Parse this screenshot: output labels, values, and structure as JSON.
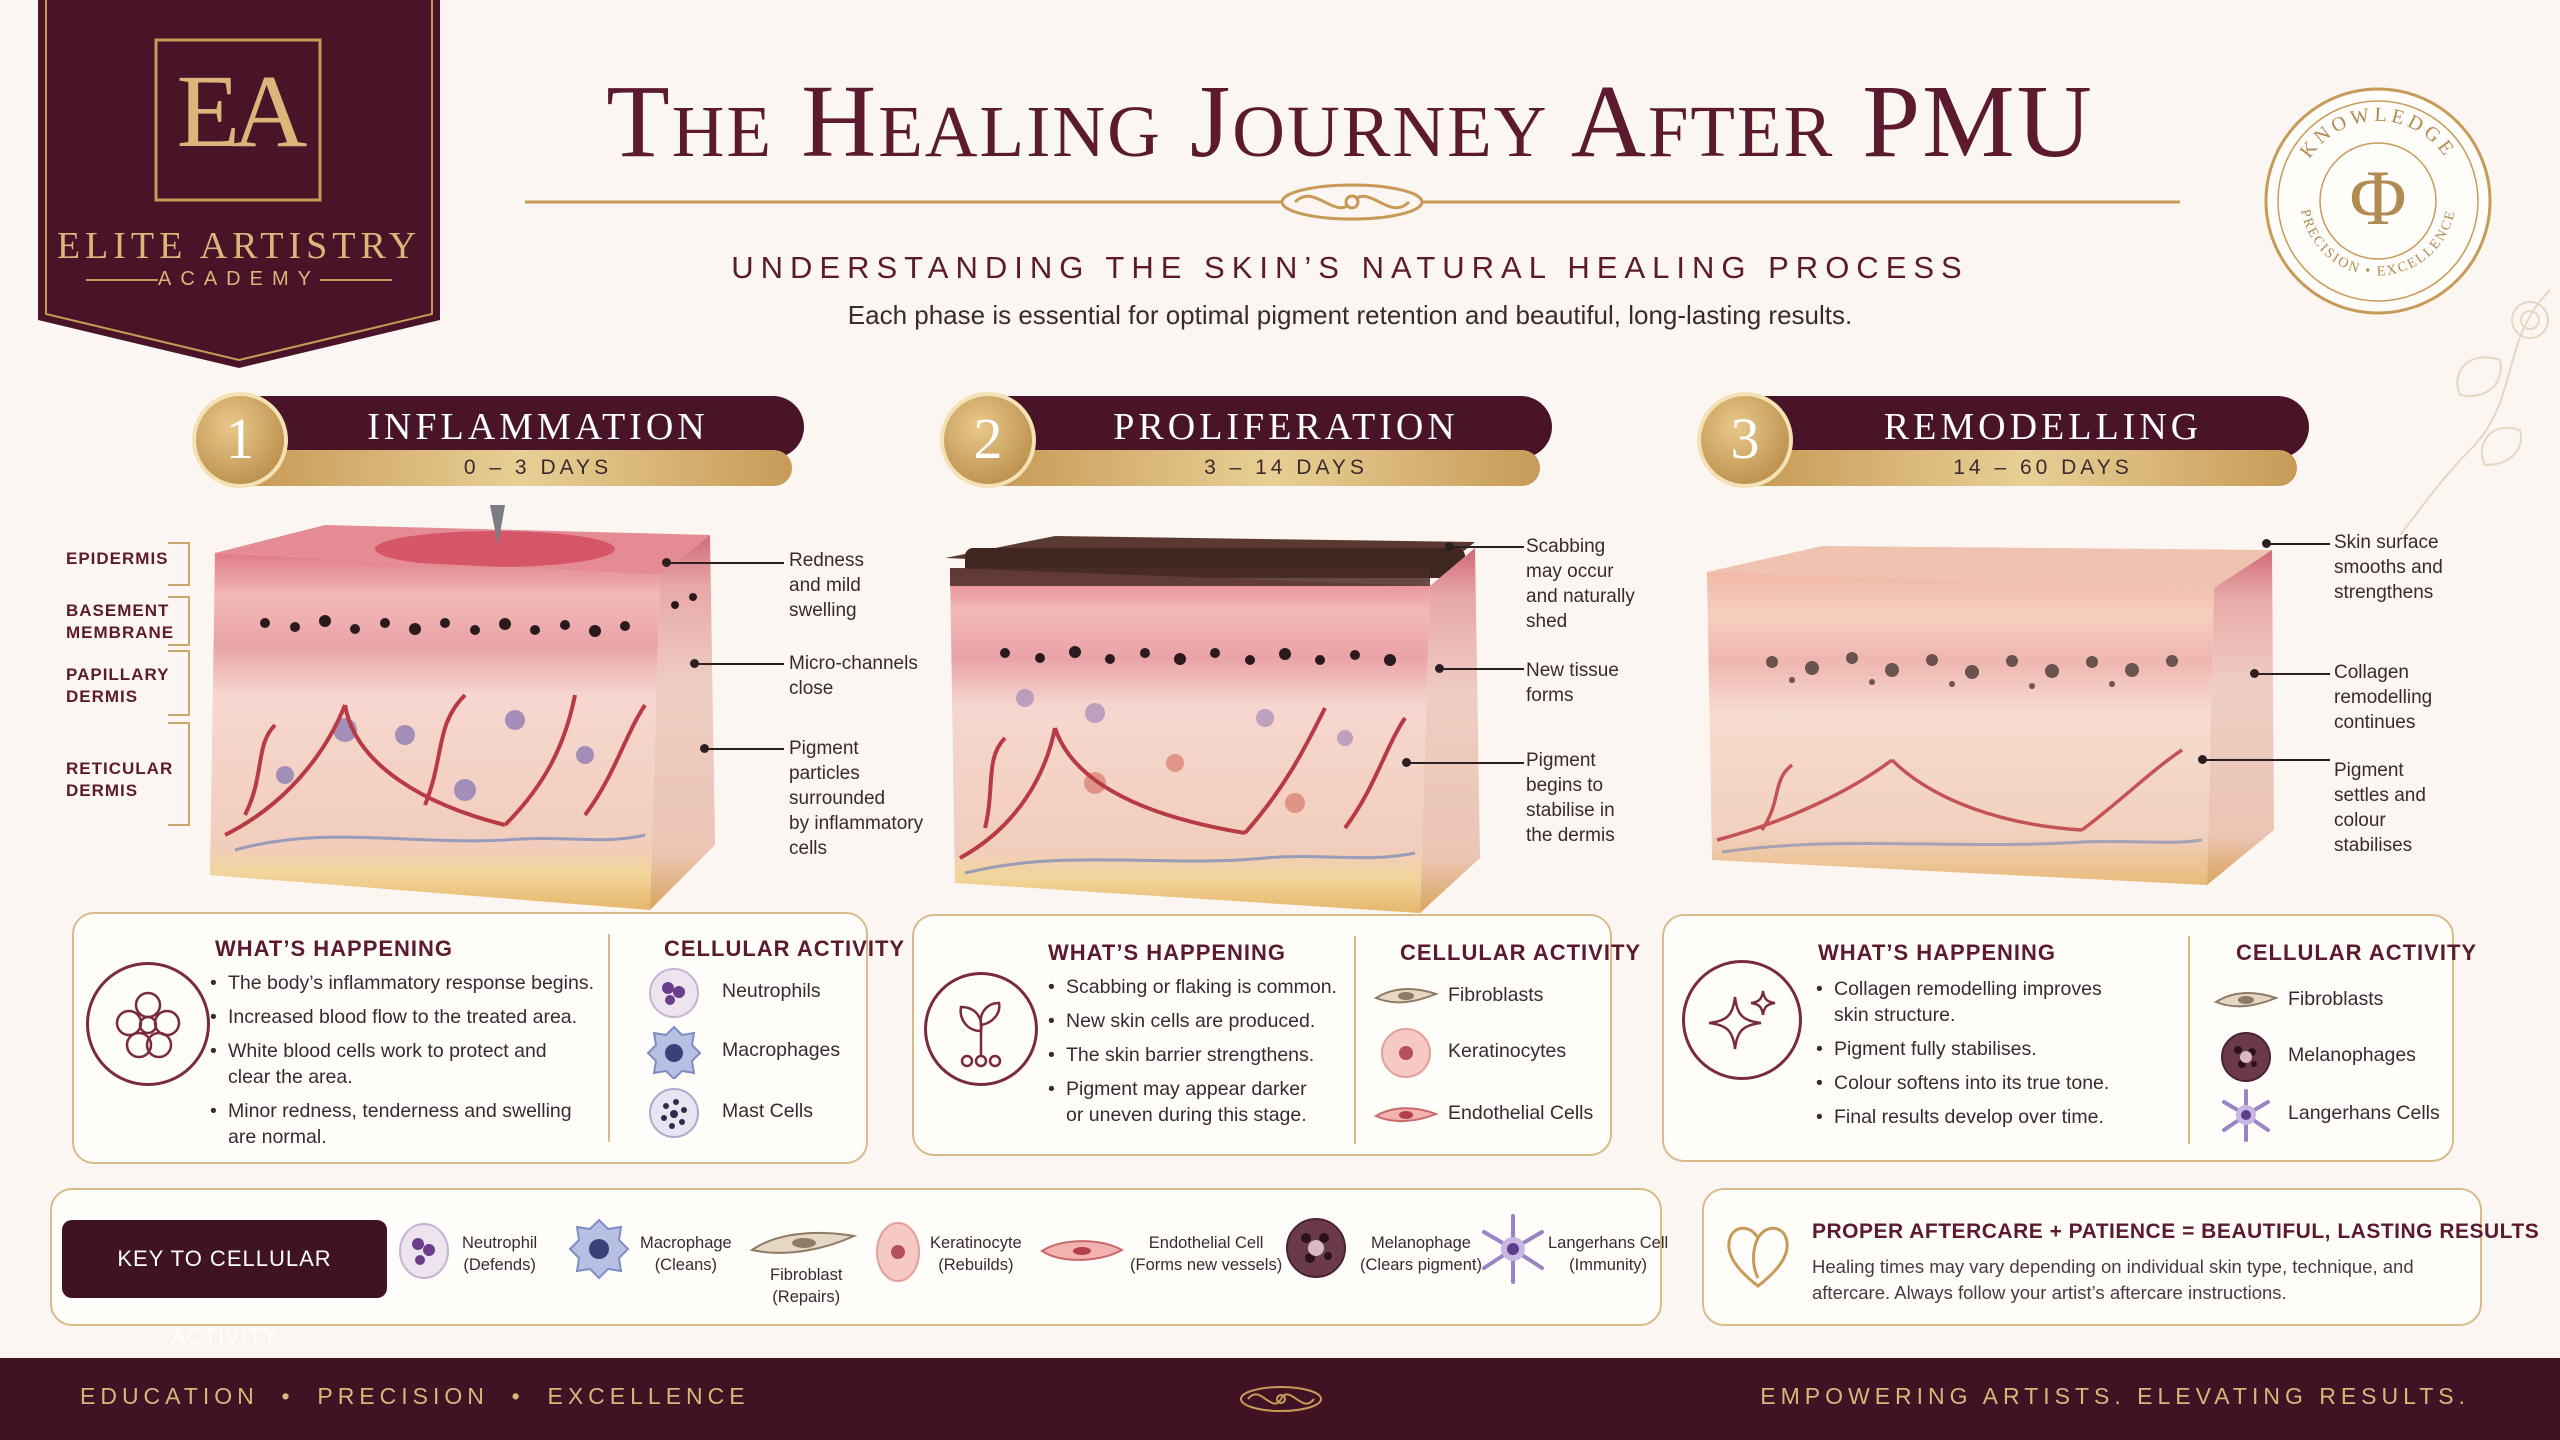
{
  "brand": {
    "monogram": "EA",
    "name": "Elite Artistry",
    "sub": "ACADEMY",
    "seal_top": "KNOWLEDGE",
    "seal_bottom": "PRECISION • EXCELLENCE",
    "seal_glyph": "Φ"
  },
  "header": {
    "title": "The Healing Journey After PMU",
    "subtitle": "UNDERSTANDING THE SKIN’S NATURAL HEALING PROCESS",
    "tagline": "Each phase is essential for optimal pigment retention and beautiful, long-lasting results."
  },
  "layers": [
    "EPIDERMIS",
    "BASEMENT\nMEMBRANE",
    "PAPILLARY\nDERMIS",
    "RETICULAR\nDERMIS"
  ],
  "phases": [
    {
      "num": "1",
      "title": "INFLAMMATION",
      "days": "0 – 3 DAYS",
      "callouts": [
        "Redness\nand mild\nswelling",
        "Micro-channels\nclose",
        "Pigment\nparticles\nsurrounded\nby inflammatory\ncells"
      ],
      "happening_title": "WHAT’S HAPPENING",
      "happening": [
        "The body’s inflammatory response begins.",
        "Increased blood flow to the treated area.",
        "White blood cells work to protect and\nclear the area.",
        "Minor redness, tenderness and swelling\nare normal."
      ],
      "cells_title": "CELLULAR ACTIVITY",
      "cells": [
        "Neutrophils",
        "Macrophages",
        "Mast Cells"
      ]
    },
    {
      "num": "2",
      "title": "PROLIFERATION",
      "days": "3 – 14 DAYS",
      "callouts": [
        "Scabbing\nmay occur\nand naturally\nshed",
        "New tissue\nforms",
        "Pigment\nbegins to\nstabilise in\nthe dermis"
      ],
      "happening_title": "WHAT’S HAPPENING",
      "happening": [
        "Scabbing or flaking is common.",
        "New skin cells are produced.",
        "The skin barrier strengthens.",
        "Pigment may appear darker\nor uneven during this stage."
      ],
      "cells_title": "CELLULAR ACTIVITY",
      "cells": [
        "Fibroblasts",
        "Keratinocytes",
        "Endothelial Cells"
      ]
    },
    {
      "num": "3",
      "title": "REMODELLING",
      "days": "14 – 60 DAYS",
      "callouts": [
        "Skin surface\nsmooths and\nstrengthens",
        "Collagen\nremodelling\ncontinues",
        "Pigment\nsettles and\ncolour\nstabilises"
      ],
      "happening_title": "WHAT’S HAPPENING",
      "happening": [
        "Collagen remodelling improves\nskin structure.",
        "Pigment fully stabilises.",
        "Colour softens into its true tone.",
        "Final results develop over time."
      ],
      "cells_title": "CELLULAR ACTIVITY",
      "cells": [
        "Fibroblasts",
        "Melanophages",
        "Langerhans Cells"
      ]
    }
  ],
  "key": {
    "label": "KEY TO CELLULAR ACTIVITY",
    "items": [
      {
        "name": "Neutrophil",
        "role": "(Defends)"
      },
      {
        "name": "Macrophage",
        "role": "(Cleans)"
      },
      {
        "name": "Fibroblast",
        "role": "(Repairs)"
      },
      {
        "name": "Keratinocyte",
        "role": "(Rebuilds)"
      },
      {
        "name": "Endothelial Cell",
        "role": "(Forms new vessels)"
      },
      {
        "name": "Melanophage",
        "role": "(Clears pigment)"
      },
      {
        "name": "Langerhans Cell",
        "role": "(Immunity)"
      }
    ]
  },
  "aftercare": {
    "title": "PROPER AFTERCARE + PATIENCE = BEAUTIFUL, LASTING RESULTS",
    "text": "Healing times may vary depending on individual skin type, technique, and aftercare. Always follow your artist’s aftercare instructions."
  },
  "footer": {
    "left": "EDUCATION  •  PRECISION  •  EXCELLENCE",
    "right": "EMPOWERING ARTISTS. ELEVATING RESULTS."
  },
  "colors": {
    "burgundy": "#4a1428",
    "gold": "#c79b57",
    "cream": "#fbf6f1"
  }
}
